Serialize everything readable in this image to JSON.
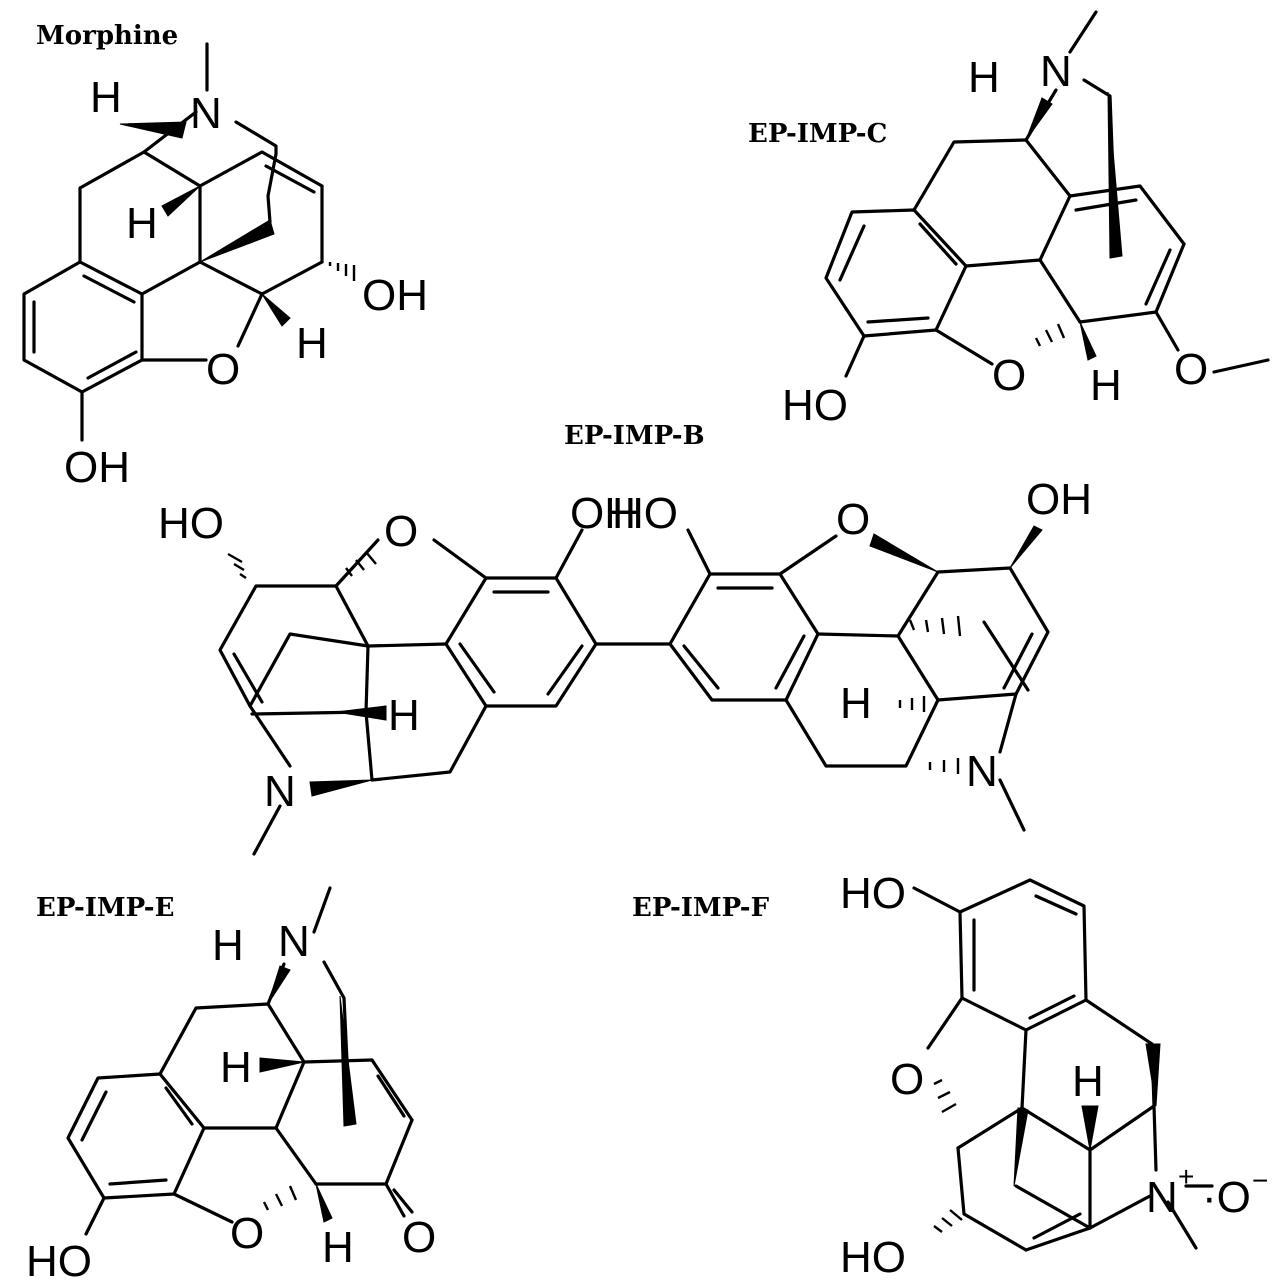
{
  "molecules": [
    {
      "id": "morphine",
      "title": "Morphine",
      "atoms": {
        "N": "N",
        "H_top": "H",
        "H_mid": "H",
        "OH_right": "OH",
        "H_low": "H",
        "O_ring": "O",
        "OH_bottom": "OH"
      }
    },
    {
      "id": "ep-imp-c",
      "title": "EP-IMP-C",
      "atoms": {
        "N": "N",
        "H_top": "H",
        "HO": "HO",
        "O_ring": "O",
        "H_low": "H",
        "O_methoxy": "O"
      }
    },
    {
      "id": "ep-imp-b",
      "title": "EP-IMP-B",
      "atoms": {
        "HO_left": "HO",
        "O_left": "O",
        "OH_mid_left": "OH",
        "HO_mid_right": "HO",
        "O_right": "O",
        "OH_right": "OH",
        "H_left": "H",
        "H_right": "H",
        "N_left": "N",
        "N_right": "N"
      }
    },
    {
      "id": "ep-imp-e",
      "title": "EP-IMP-E",
      "atoms": {
        "H_top": "H",
        "N": "N",
        "H_mid": "H",
        "HO": "HO",
        "O_ring": "O",
        "H_low": "H",
        "O_keto": "O"
      }
    },
    {
      "id": "ep-imp-f",
      "title": "EP-IMP-F",
      "atoms": {
        "HO_top": "HO",
        "O_ring": "O",
        "H": "H",
        "N_plus": "N",
        "plus": "+",
        "O_minus": "·O",
        "minus": "−",
        "HO_bottom": "HO"
      }
    }
  ]
}
